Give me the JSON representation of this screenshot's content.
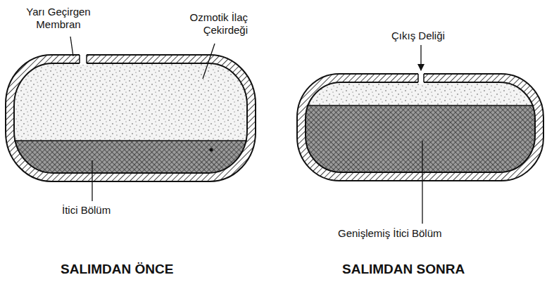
{
  "diagram": {
    "labels": [
      "Yarı Geçirgen Membran",
      "Ozmotik İlaç Çekirdeği",
      "İtici Bölüm",
      "Çıkış Deliği",
      "Genişlemiş İtici Bölüm",
      "SALIMDAN ÖNCE",
      "SALIMDAN SONRA"
    ]
  }
}
